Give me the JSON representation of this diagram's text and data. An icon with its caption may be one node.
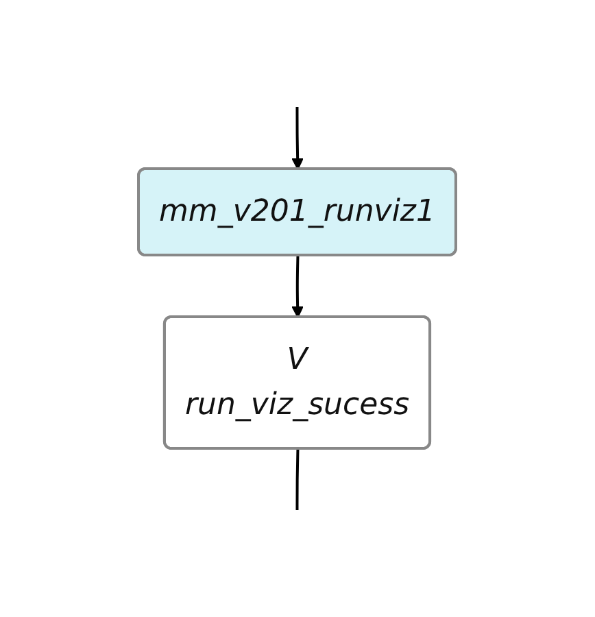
{
  "diagram": {
    "nodes": [
      {
        "text": [
          "mm_v201_runviz1"
        ]
      },
      {
        "text": [
          "V",
          "run_viz_sucess"
        ]
      }
    ],
    "edges": [
      {
        "from": null,
        "to": 0,
        "arrow": "to"
      },
      {
        "from": 0,
        "to": 1,
        "arrow": "to"
      },
      {
        "from": 1,
        "to": null,
        "arrow": "none"
      }
    ]
  }
}
